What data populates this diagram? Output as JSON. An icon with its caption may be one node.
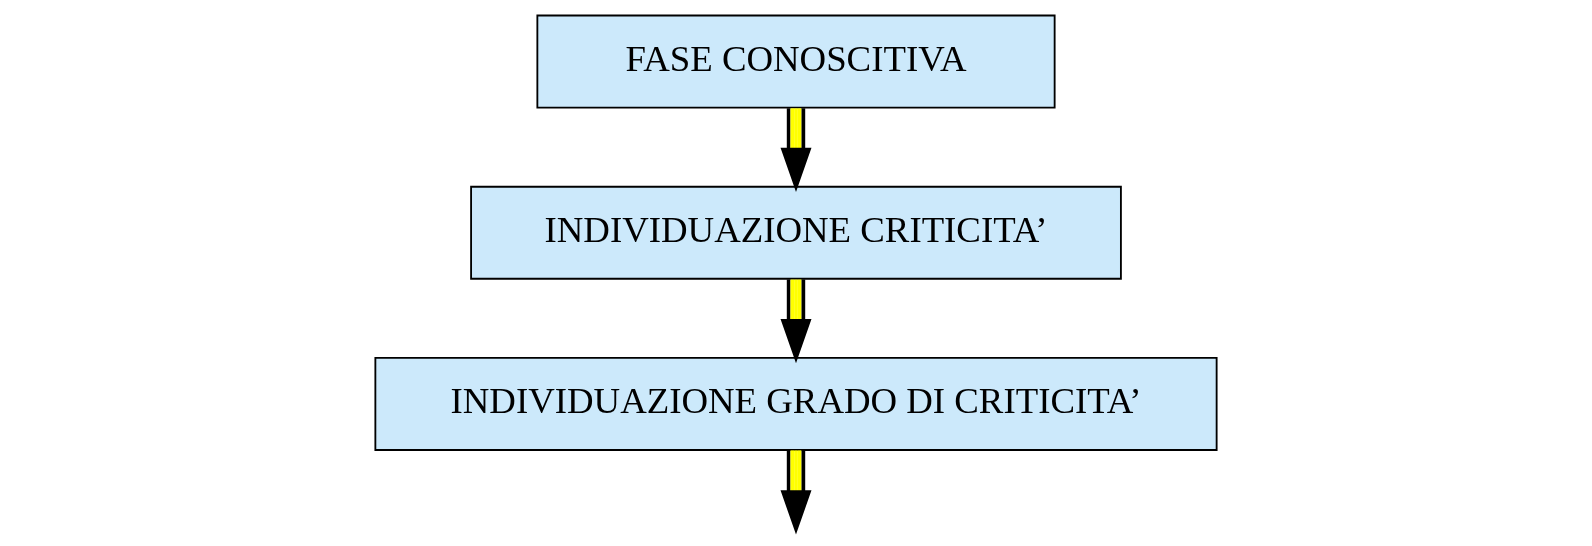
{
  "diagram": {
    "nodes": [
      {
        "text": [
          "FASE CONOSCITIVA"
        ]
      },
      {
        "text": [
          "INDIVIDUAZIONE CRITICITA’"
        ]
      },
      {
        "text": [
          "INDIVIDUAZIONE GRADO DI CRITICITA’"
        ]
      }
    ],
    "edges": [
      {
        "from": 0,
        "to": 1,
        "arrow": "to"
      },
      {
        "from": 1,
        "to": 2,
        "arrow": "to"
      },
      {
        "from": 2,
        "to": null,
        "arrow": "to"
      }
    ]
  }
}
